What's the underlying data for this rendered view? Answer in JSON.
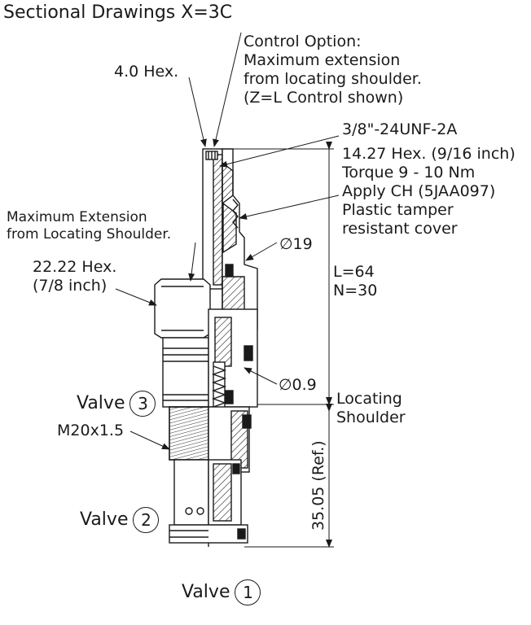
{
  "title": "Sectional Drawings X=3C",
  "labels": {
    "hex_4": "4.0 Hex.",
    "control_option": [
      "Control Option:",
      "Maximum extension",
      "from locating shoulder.",
      "(Z=L Control shown)"
    ],
    "thread": "3/8\"-24UNF-2A",
    "hex_14": [
      "14.27 Hex. (9/16 inch)",
      "Torque 9 - 10 Nm",
      "Apply CH (5JAA097)",
      "Plastic tamper",
      "resistant cover"
    ],
    "max_ext": [
      "Maximum Extension",
      "from Locating Shoulder."
    ],
    "hex_22": [
      "22.22 Hex.",
      "(7/8 inch)"
    ],
    "dia_19": "∅19",
    "l_dim": "L=64",
    "n_dim": "N=30",
    "dia_09": "∅0.9",
    "locating_shoulder": [
      "Locating",
      "Shoulder"
    ],
    "m20": "M20x1.5",
    "ref_dim": "35.05 (Ref.)"
  },
  "valves": [
    {
      "label": "Valve",
      "number": "3"
    },
    {
      "label": "Valve",
      "number": "2"
    },
    {
      "label": "Valve",
      "number": "1"
    }
  ]
}
